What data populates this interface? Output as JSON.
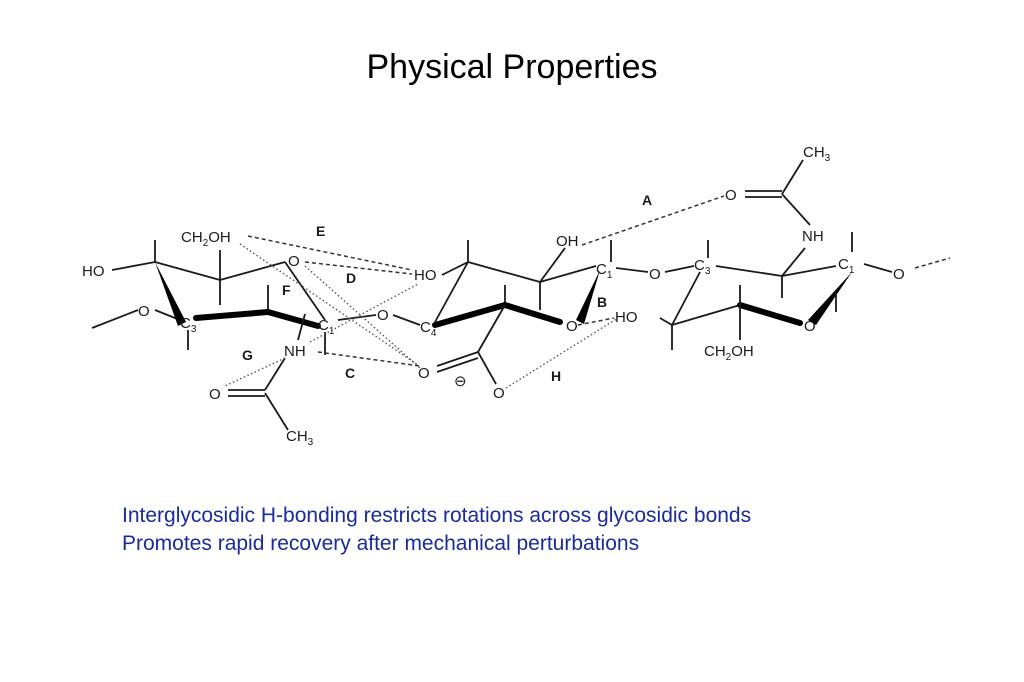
{
  "title": "Physical Properties",
  "bullets": [
    "Interglycosidic H-bonding restricts rotations across glycosidic bonds",
    "Promotes rapid recovery after mechanical perturbations"
  ],
  "diagram": {
    "labels": {
      "A": "A",
      "B": "B",
      "C": "C",
      "D": "D",
      "E": "E",
      "F": "F",
      "G": "G",
      "H": "H"
    },
    "atoms": {
      "ch3_top": "CH",
      "ch3_top_sub": "3",
      "o_carbonyl_top": "O",
      "nh_top": "NH",
      "ch2oh_left": "CH",
      "ch2oh_left_sub": "2",
      "ch2oh_left_end": "OH",
      "ho_left": "HO",
      "o_ring_left": "O",
      "o_link_left": "O",
      "c3_left": "C",
      "c3_left_sub": "3",
      "c1_left": "C",
      "c1_left_sub": "1",
      "nh_left": "NH",
      "o_carbonyl_left": "O",
      "ch3_bottom": "CH",
      "ch3_bottom_sub": "3",
      "ho_mid": "HO",
      "o_link_mid": "O",
      "c4_mid": "C",
      "c4_mid_sub": "4",
      "o_carboxyl_1": "O",
      "o_carboxyl_2": "O",
      "charge": "⊖",
      "oh_mid": "OH",
      "c1_mid": "C",
      "c1_mid_sub": "1",
      "o_ring_mid": "O",
      "o_link_right": "O",
      "c3_right": "C",
      "c3_right_sub": "3",
      "ho_right": "HO",
      "ch2oh_right": "CH",
      "ch2oh_right_sub": "2",
      "ch2oh_right_end": "OH",
      "c1_right": "C",
      "c1_right_sub": "1",
      "o_ring_right": "O",
      "o_end_right": "O"
    }
  }
}
